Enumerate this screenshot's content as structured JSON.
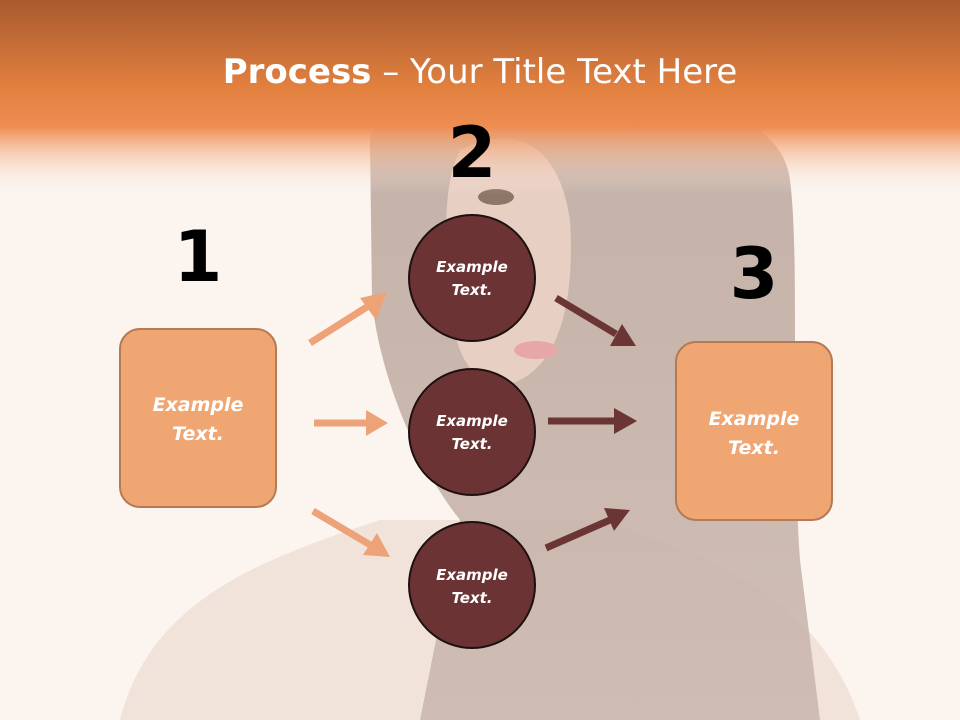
{
  "title": {
    "bold": "Process",
    "rest": " – Your Title Text Here"
  },
  "steps": [
    {
      "number": "1",
      "label_line1": "Example",
      "label_line2": "Text."
    },
    {
      "number": "2"
    },
    {
      "number": "3",
      "label_line1": "Example",
      "label_line2": "Text."
    }
  ],
  "circles": [
    {
      "label_line1": "Example",
      "label_line2": "Text."
    },
    {
      "label_line1": "Example",
      "label_line2": "Text."
    },
    {
      "label_line1": "Example",
      "label_line2": "Text."
    }
  ],
  "colors": {
    "header_orange": "#e07f42",
    "box_fill": "#f0a673",
    "box_stroke": "#b57a54",
    "circle_fill": "#6b3333",
    "circle_stroke": "#1e1010",
    "arrow_light": "#eea277",
    "arrow_dark": "#6b3535"
  }
}
